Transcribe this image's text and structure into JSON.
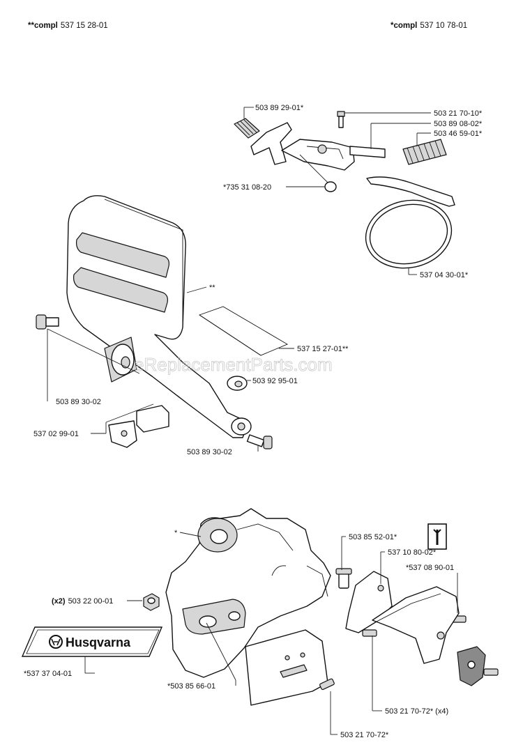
{
  "header": {
    "left_prefix": "**compl",
    "left_number": "537 15 28-01",
    "right_prefix": "*compl",
    "right_number": "537 10 78-01"
  },
  "watermark": "eReplacementParts.com",
  "part_labels": {
    "p1": "503 89 29-01*",
    "p2": "503 21 70-10*",
    "p3": "503 89 08-02*",
    "p4": "503 46 59-01*",
    "p5": "*735 31 08-20",
    "p6": "537 04 30-01*",
    "p7": "**",
    "p8": "537 15 27-01**",
    "p9": "503 92 95-01",
    "p10": "503 89 30-02",
    "p11": "537 02 99-01",
    "p12": "503 89 30-02",
    "p13": "*",
    "p14": "503 85 52-01*",
    "p15": "537 10 80-02*",
    "p16": "*537 08 90-01",
    "p17_qty": "(x2)",
    "p17": "503 22 00-01",
    "p18": "*537 37 04-01",
    "p19": "*503 85 66-01",
    "p20": "503 21 70-72* (x4)",
    "p21": "503 21 70-72*"
  },
  "decal_text": "Husqvarna",
  "icons": {
    "tool": "wrench-icon",
    "logo": "husqvarna-crown-logo"
  }
}
